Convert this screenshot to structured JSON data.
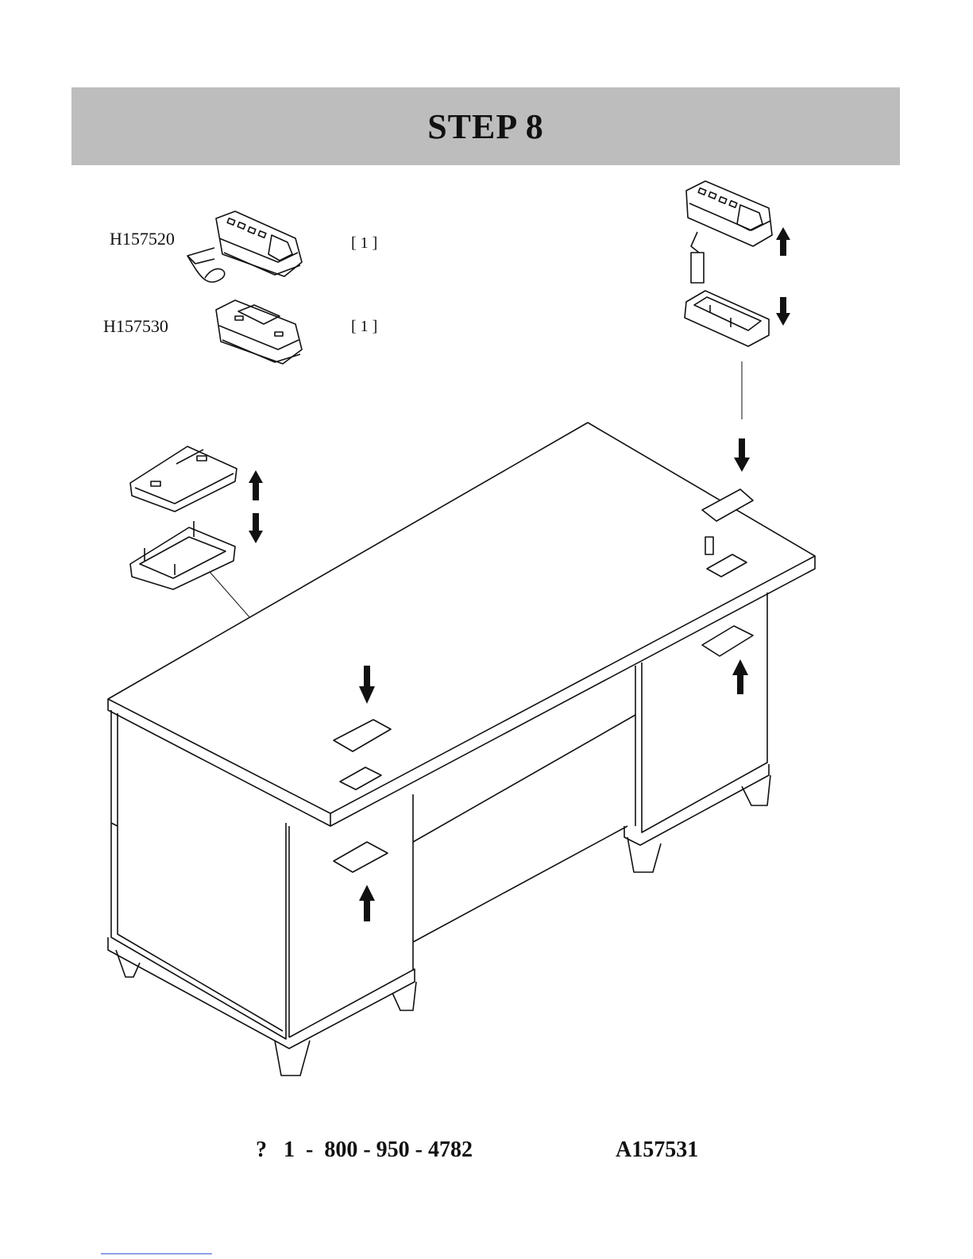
{
  "header": {
    "title": "STEP 8"
  },
  "parts": [
    {
      "code": "H157520",
      "qty": "1"
    },
    {
      "code": "H157530",
      "qty": "1"
    }
  ],
  "footer": {
    "phone_icon": "?",
    "phone": "1  -  800 - 950 - 4782",
    "doc_code": "A157531"
  },
  "colors": {
    "banner": "#bdbdbd",
    "ink": "#111111"
  }
}
